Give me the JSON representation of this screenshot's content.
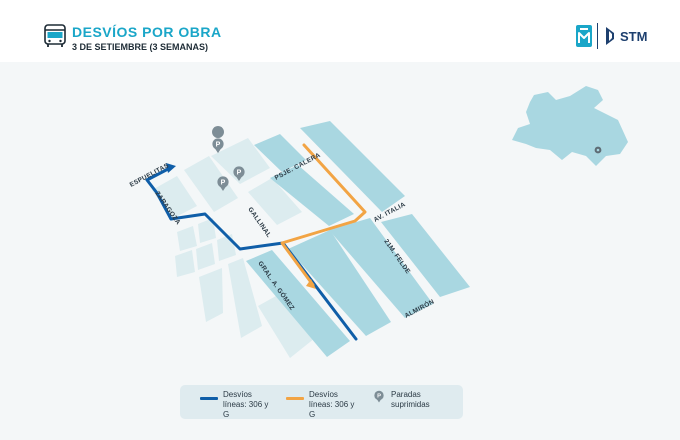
{
  "header": {
    "title": "DESVÍOS POR OBRA",
    "subtitle": "3 DE SETIEMBRE (3 SEMANAS)",
    "brand_text": "STM",
    "icons": [
      "bus-icon",
      "montevideo-logo-icon"
    ]
  },
  "map": {
    "streets": {
      "espuelitas": "ESPUELITAS",
      "zaragoza": "ZARAGOZA",
      "gallinal": "GALLINAL",
      "psje_calera": "PSJE. CALERA",
      "av_italia": "AV. ITALIA",
      "gral_gomez": "GRAL. A. GÓMEZ",
      "21m_felde": "21M. FELDE",
      "almiron": "ALMIRÓN"
    },
    "colors": {
      "background": "#f4f7f8",
      "block_main": "#a9d7e1",
      "block_light": "#dcecef",
      "route_blue": "#0f5ea8",
      "route_orange": "#f2a444",
      "stop_marker": "#7d8d96"
    },
    "suppressed_stops": 3
  },
  "legend": {
    "items": [
      {
        "label": "Desvíos líneas: 306 y G",
        "color": "#0f5ea8"
      },
      {
        "label": "Desvíos líneas: 306 y G",
        "color": "#f2a444"
      },
      {
        "label": "Paradas suprimidas",
        "icon": "stop-pin-icon"
      }
    ]
  }
}
